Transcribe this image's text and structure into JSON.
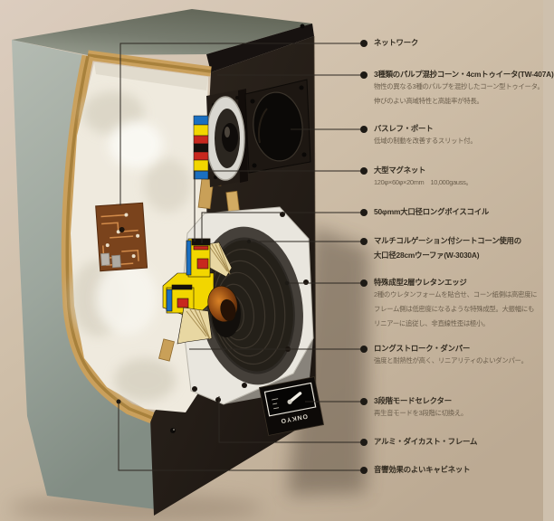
{
  "brand": {
    "logo_text": "ONKYO"
  },
  "palette": {
    "background_top": "#dacaba",
    "background_bottom": "#bdab94",
    "cabinet_side": "#a3ac9f",
    "cabinet_top": "#6e7368",
    "baffle": "#251e18",
    "wood_edge": "#caa05c",
    "wadding": "#efeade",
    "magnet_yellow": "#f2d600",
    "magnet_blue": "#1a6fc0",
    "magnet_red": "#c8281e",
    "spider_cream": "#e8d7a2",
    "leader_line": "#2d2822"
  },
  "annotations": [
    {
      "id": "network",
      "title": "ネットワーク",
      "desc": []
    },
    {
      "id": "tweeter",
      "title": "3種類のパルプ混抄コーン・4cmトゥイータ(TW-407A)",
      "desc": [
        "物性の異なる3種のパルプを混抄したコーン型トゥイータ。",
        "伸びのよい高域特性と高能率が特長。"
      ]
    },
    {
      "id": "bass-reflex-port",
      "title": "バスレフ・ポート",
      "desc": [
        "低域の制動を改善するスリット付。"
      ]
    },
    {
      "id": "large-magnet",
      "title": "大型マグネット",
      "desc": [
        "120φ×60φ×20mm　10,000gauss。"
      ]
    },
    {
      "id": "voice-coil",
      "title": "50φmm大口径ロングボイスコイル",
      "desc": []
    },
    {
      "id": "woofer",
      "title": "マルチコルゲーション付シートコーン使用の",
      "title2": "大口径28cmウーファ(W-3030A)",
      "desc": []
    },
    {
      "id": "urethane-edge",
      "title": "特殊成型2層ウレタンエッジ",
      "desc": [
        "2種のウレタンフォームを貼合せ、コーン紙側は高密度に",
        "フレーム側は低密度になるような特殊成型。大振幅にも",
        "リニアーに追従し、非直線性歪は極小。"
      ]
    },
    {
      "id": "long-stroke-damper",
      "title": "ロングストローク・ダンパー",
      "desc": [
        "強度と耐熱性が高く、リニアリティのよいダンパー。"
      ]
    },
    {
      "id": "mode-selector",
      "title": "3段階モードセレクター",
      "desc": [
        "再生音モードを3段階に切換え。"
      ]
    },
    {
      "id": "diecast-frame",
      "title": "アルミ・ダイカスト・フレーム",
      "desc": []
    },
    {
      "id": "cabinet",
      "title": "音響効果のよいキャビネット",
      "desc": []
    }
  ]
}
